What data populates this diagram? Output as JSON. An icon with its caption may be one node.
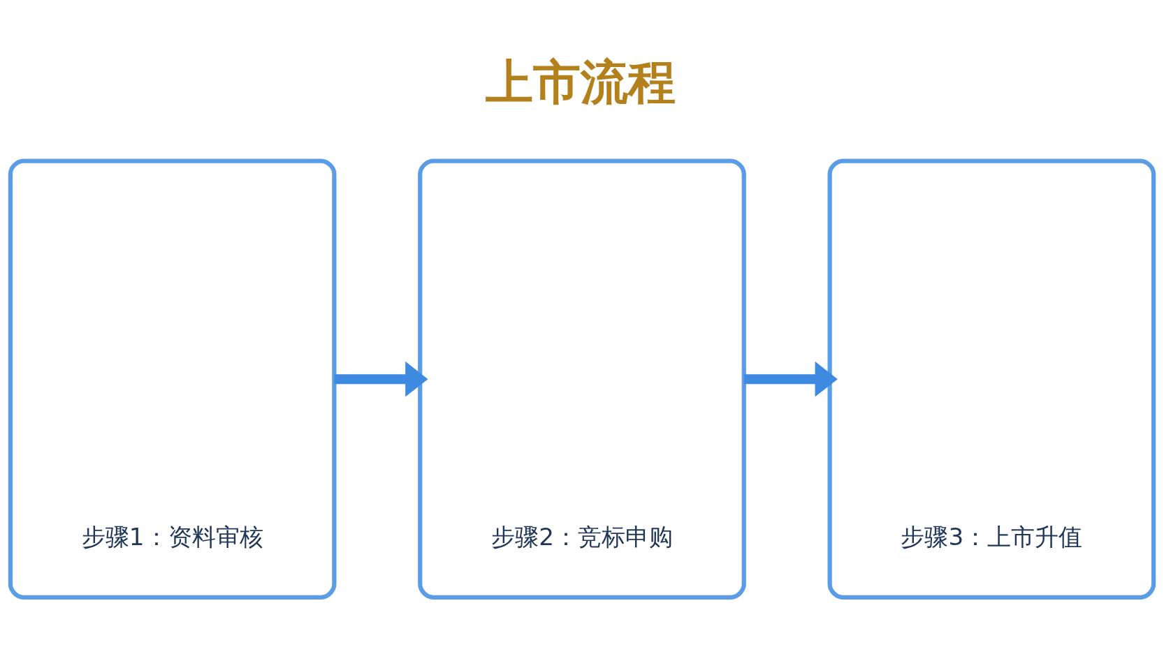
{
  "diagram": {
    "title": "上市流程",
    "nodes": [
      {
        "text": [
          "步骤1：资料审核"
        ]
      },
      {
        "text": [
          "步骤2：竞标申购"
        ]
      },
      {
        "text": [
          "步骤3：上市升值"
        ]
      }
    ],
    "edges": [
      {
        "from": 0,
        "to": 1,
        "arrow": "to"
      },
      {
        "from": 1,
        "to": 2,
        "arrow": "to"
      }
    ]
  }
}
